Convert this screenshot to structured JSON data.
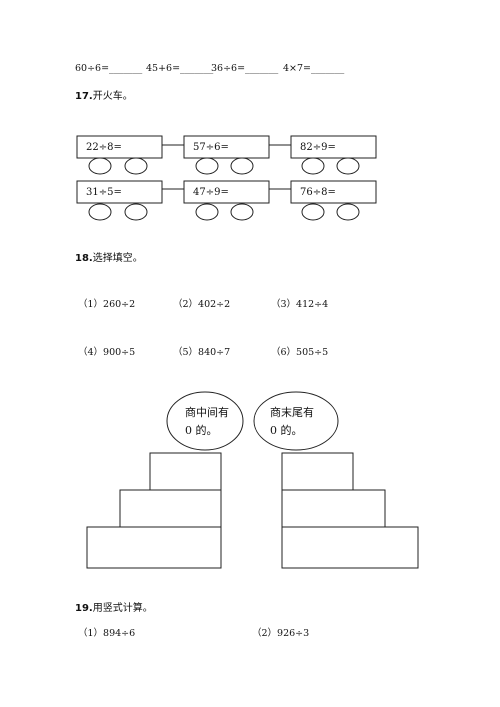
{
  "equations": [
    "60÷6=_______",
    "45+6=_______",
    "36÷6=_______",
    "4×7=_______"
  ],
  "q17": {
    "number": "17.",
    "title": "开火车。"
  },
  "train": [
    [
      "22÷8=",
      "57÷6=",
      "82÷9="
    ],
    [
      "31÷5=",
      "47÷9=",
      "76÷8="
    ]
  ],
  "q18": {
    "number": "18.",
    "title": "选择填空。",
    "options": [
      "（1）260÷2",
      "（2）402÷2",
      "（3）412÷4",
      "（4）900÷5",
      "（5）840÷7",
      "（6）505÷5"
    ],
    "bubbles": [
      {
        "line1": "商中间有",
        "line2": "0 的。"
      },
      {
        "line1": "商末尾有",
        "line2": "0 的。"
      }
    ]
  },
  "q19": {
    "number": "19.",
    "title": "用竖式计算。",
    "items": [
      "（1）894÷6",
      "（2）926÷3"
    ]
  }
}
